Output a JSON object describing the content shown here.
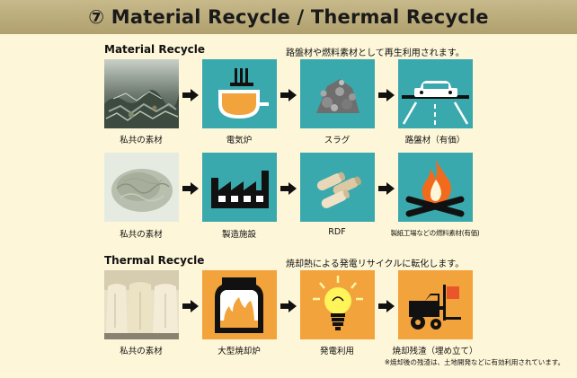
{
  "header": {
    "title": "⑦ Material Recycle / Thermal Recycle"
  },
  "material": {
    "title": "Material Recycle",
    "note": "路盤材や燃料素材として再生利用されます。",
    "row1": {
      "captions": [
        "私共の素材",
        "電気炉",
        "スラグ",
        "路盤材（有価）"
      ]
    },
    "row2": {
      "captions": [
        "私共の素材",
        "製造施設",
        "RDF",
        "製紙工場などの燃料素材(有価)"
      ]
    }
  },
  "thermal": {
    "title": "Thermal Recycle",
    "note": "焼却熱による発電リサイクルに転化します。",
    "row3": {
      "captions": [
        "私共の素材",
        "大型焼却炉",
        "発電利用",
        "焼却残渣（埋め立て）"
      ]
    },
    "footnote": "※焼却後の残渣は、土地開発などに有効利用されています。"
  },
  "icons": {
    "furnace": "electric-furnace-icon",
    "slag": "slag-icon",
    "road": "road-car-icon",
    "factory": "factory-icon",
    "rdf": "rdf-pellets-icon",
    "fire": "campfire-icon",
    "incinerator": "incinerator-icon",
    "bulb": "light-bulb-icon",
    "forklift": "forklift-icon"
  },
  "colors": {
    "teal": "#3aa9ae",
    "orange": "#f2a33b",
    "header": "#b9aa78",
    "background": "#fdf6d8"
  }
}
